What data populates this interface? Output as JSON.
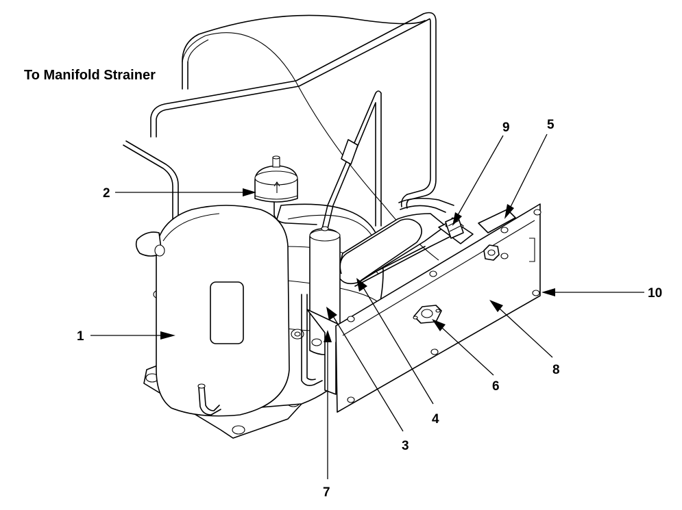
{
  "caption": "To Manifold Strainer",
  "callouts": [
    "1",
    "2",
    "3",
    "4",
    "5",
    "6",
    "7",
    "8",
    "9",
    "10"
  ]
}
